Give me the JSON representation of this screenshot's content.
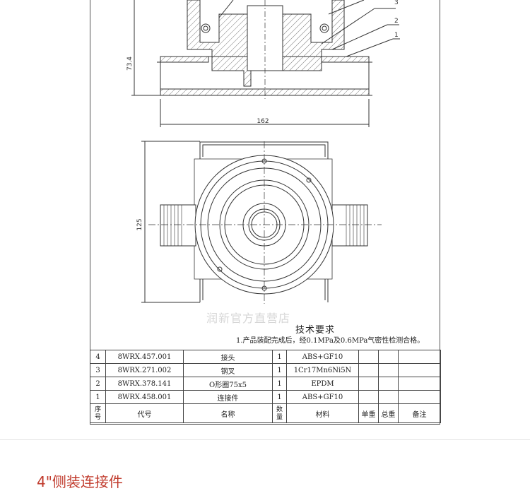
{
  "drawing": {
    "dim_height": "73.4",
    "dim_width": "162",
    "dim_side": "125",
    "balloons": [
      "3",
      "2",
      "1"
    ]
  },
  "tech_requirements": {
    "title": "技术要求",
    "note": "1.产品装配完成后，经0.1MPa及0.6MPa气密性检测合格。"
  },
  "watermark": "润新官方直营店",
  "bom": {
    "rows": [
      {
        "no": "4",
        "code": "8WRX.457.001",
        "name": "接头",
        "qty": "1",
        "material": "ABS+GF10",
        "unit_weight": "",
        "total_weight": "",
        "remark": ""
      },
      {
        "no": "3",
        "code": "8WRX.271.002",
        "name": "钢叉",
        "qty": "1",
        "material": "1Cr17Mn6Ni5N",
        "unit_weight": "",
        "total_weight": "",
        "remark": ""
      },
      {
        "no": "2",
        "code": "8WRX.378.141",
        "name": "O形圈75x5",
        "qty": "1",
        "material": "EPDM",
        "unit_weight": "",
        "total_weight": "",
        "remark": ""
      },
      {
        "no": "1",
        "code": "8WRX.458.001",
        "name": "连接件",
        "qty": "1",
        "material": "ABS+GF10",
        "unit_weight": "",
        "total_weight": "",
        "remark": ""
      }
    ],
    "header": {
      "no_line1": "序",
      "no_line2": "号",
      "code": "代号",
      "name": "名称",
      "qty_line1": "数",
      "qty_line2": "量",
      "material": "材料",
      "unit_weight": "单重",
      "total_weight": "总重",
      "remark": "备注"
    }
  },
  "section_heading": "4\"侧装连接件"
}
